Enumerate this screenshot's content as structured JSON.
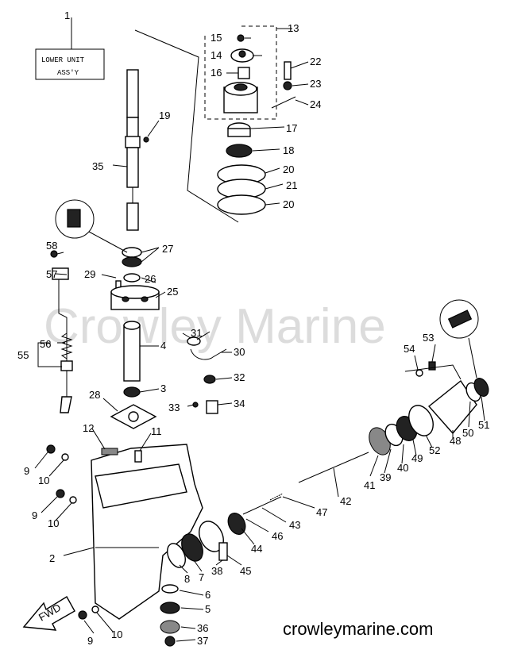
{
  "watermark": "Crowley Marine",
  "footer": "crowleymarine.com",
  "assy_box": {
    "line1": "LOWER UNIT",
    "line2": "ASS'Y"
  },
  "fwd_label": "FWD",
  "callouts": {
    "n1": "1",
    "n2": "2",
    "n3": "3",
    "n4": "4",
    "n5": "5",
    "n6": "6",
    "n7": "7",
    "n8": "8",
    "n9a": "9",
    "n9b": "9",
    "n9c": "9",
    "n10a": "10",
    "n10b": "10",
    "n10c": "10",
    "n11": "11",
    "n12": "12",
    "n13": "13",
    "n14": "14",
    "n15": "15",
    "n16": "16",
    "n17": "17",
    "n18": "18",
    "n19": "19",
    "n20a": "20",
    "n20b": "20",
    "n21": "21",
    "n22": "22",
    "n23": "23",
    "n24": "24",
    "n25": "25",
    "n26": "26",
    "n27": "27",
    "n28": "28",
    "n29": "29",
    "n30": "30",
    "n31": "31",
    "n32": "32",
    "n33": "33",
    "n34": "34",
    "n35": "35",
    "n36": "36",
    "n37": "37",
    "n38": "38",
    "n39": "39",
    "n40": "40",
    "n41": "41",
    "n42": "42",
    "n43": "43",
    "n44": "44",
    "n45": "45",
    "n46": "46",
    "n47": "47",
    "n48": "48",
    "n49": "49",
    "n50": "50",
    "n51": "51",
    "n52": "52",
    "n53": "53",
    "n54": "54",
    "n55": "55",
    "n56": "56",
    "n57": "57",
    "n58": "58"
  }
}
